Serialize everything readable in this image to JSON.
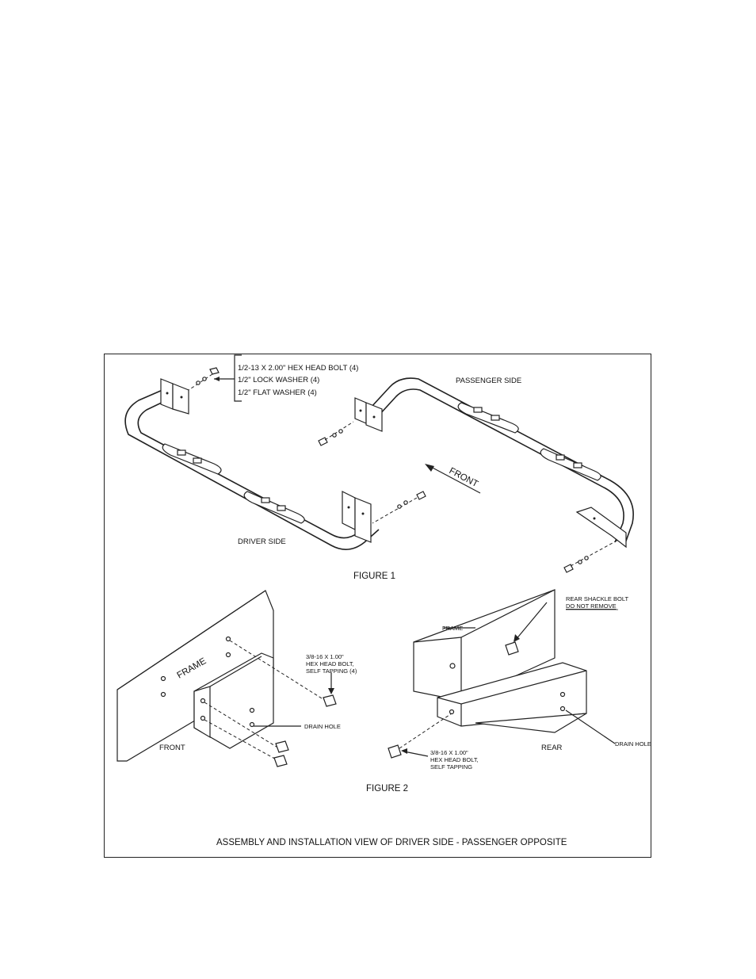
{
  "figure1": {
    "hardware_list": [
      "1/2-13 X 2.00\" HEX HEAD BOLT (4)",
      "1/2\" LOCK WASHER (4)",
      "1/2\" FLAT WASHER (4)"
    ],
    "passenger_side": "PASSENGER SIDE",
    "driver_side": "DRIVER SIDE",
    "front_arrow": "FRONT",
    "caption": "FIGURE 1"
  },
  "figure2": {
    "front": {
      "frame": "FRAME",
      "bolt_line1": "3/8-16 X 1.00\"",
      "bolt_line2": "HEX HEAD BOLT,",
      "bolt_line3": "SELF TAPPING (4)",
      "drain": "DRAIN HOLE",
      "label": "FRONT"
    },
    "rear": {
      "shackle_line1": "REAR SHACKLE BOLT",
      "shackle_line2": "DO NOT REMOVE",
      "frame": "FRAME",
      "bolt_line1": "3/8-16 X 1.00\"",
      "bolt_line2": "HEX HEAD BOLT,",
      "bolt_line3": "SELF TAPPING",
      "drain": "DRAIN HOLE",
      "label": "REAR"
    },
    "caption": "FIGURE 2"
  },
  "footer_caption": "ASSEMBLY AND INSTALLATION VIEW OF DRIVER SIDE - PASSENGER OPPOSITE"
}
